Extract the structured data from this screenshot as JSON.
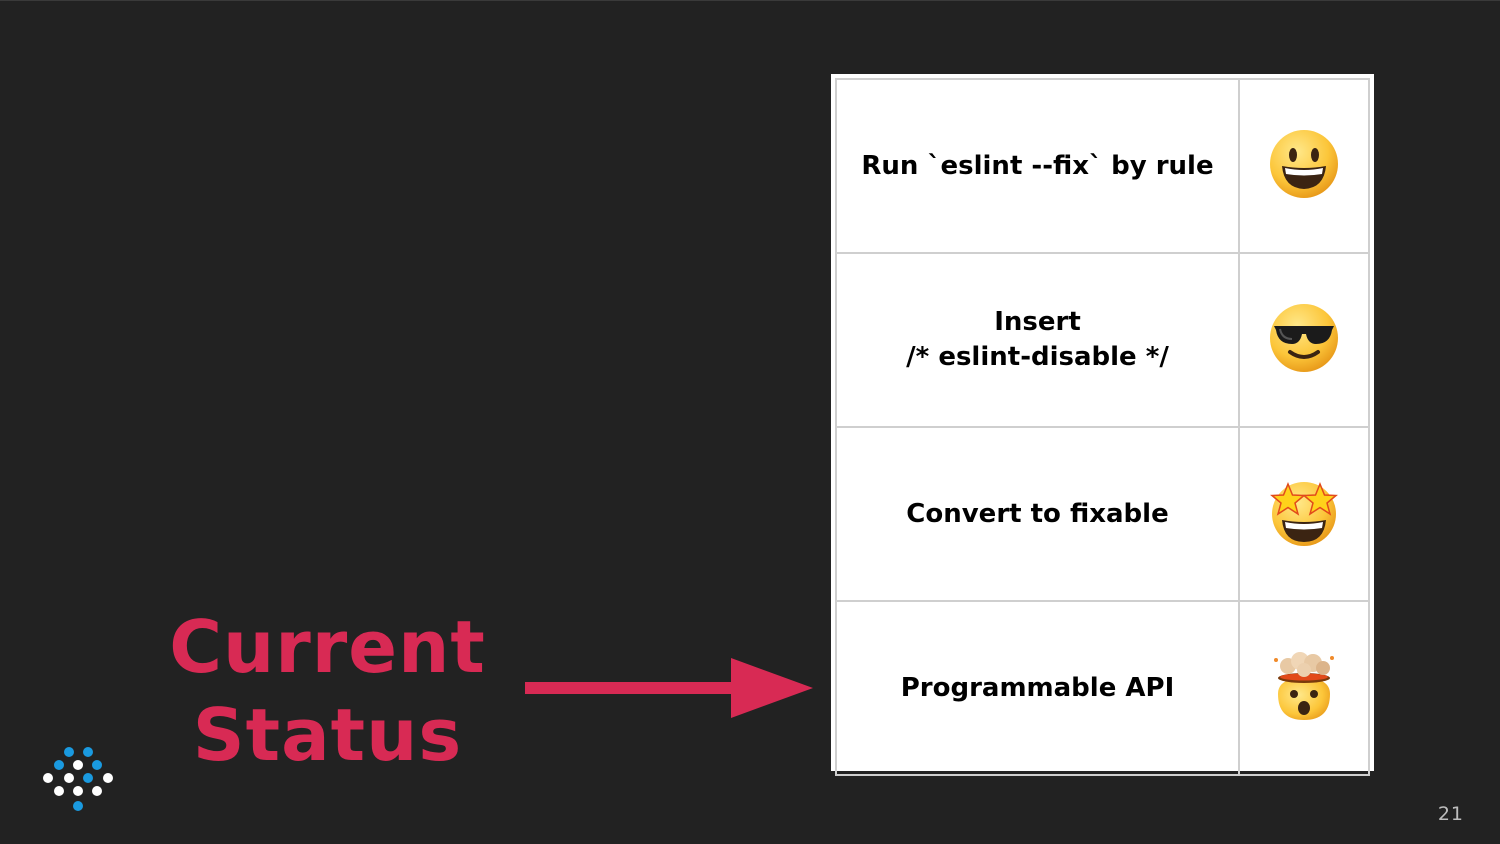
{
  "slide": {
    "title_line1": "Current",
    "title_line2": "Status",
    "page_number": "21",
    "accent_color": "#d82a54",
    "background_color": "#222222"
  },
  "table": {
    "rows": [
      {
        "label": "Run `eslint --fix` by rule",
        "emoji": "grinning-face-icon"
      },
      {
        "label": "Insert\n/* eslint-disable */",
        "emoji": "smiling-face-with-sunglasses-icon"
      },
      {
        "label": "Convert to fixable",
        "emoji": "star-struck-icon"
      },
      {
        "label": "Programmable API",
        "emoji": "exploding-head-icon"
      }
    ]
  },
  "logo": {
    "icon": "dot-grid-logo-icon",
    "colors": [
      "#1a9ae0",
      "#ffffff"
    ]
  }
}
